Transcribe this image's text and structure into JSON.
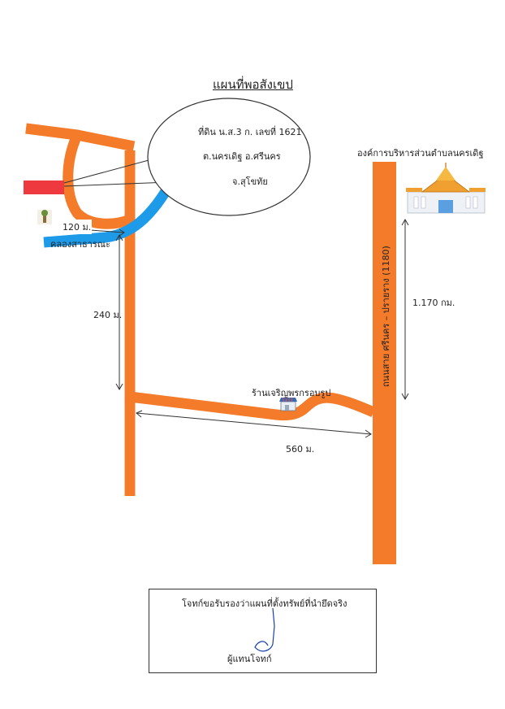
{
  "title": "แผนที่พอสังเขป",
  "land_info": {
    "line1": "ที่ดิน น.ส.3 ก. เลขที่ 1621",
    "line2": "ต.นครเดิฐ อ.ศรีนคร",
    "line3": "จ.สุโขทัย"
  },
  "office_label": "องค์การบริหารส่วนตำบลนครเดิฐ",
  "canal_label": "คลองสาธารณะ",
  "road_label": "ถนนสาย ศรีนคร – ปรายราง (1180)",
  "shop_label": "ร้านเจริญพรกรอบรูป",
  "distances": {
    "d1": "120 ม.",
    "d2": "240 ม.",
    "d3": "560 ม.",
    "d4": "1.170 กม."
  },
  "certification": {
    "statement": "โจทก์ขอรับรองว่าแผนที่ตั้งทรัพย์ที่นำยึดจริง",
    "signer": "ผู้แทนโจทก์"
  },
  "colors": {
    "road": "#f47b2a",
    "canal": "#1e9be8",
    "plot": "#ee3a3e"
  }
}
